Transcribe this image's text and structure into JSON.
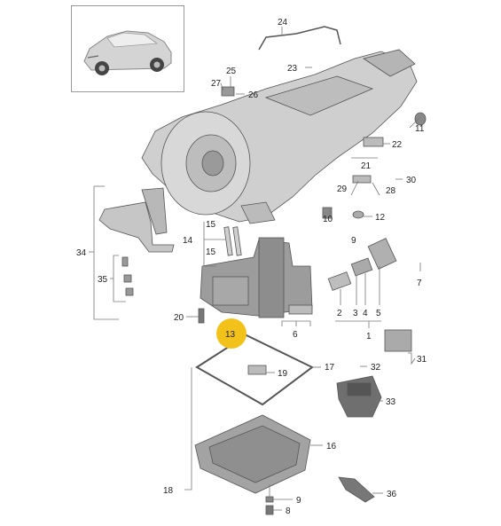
{
  "callouts": [
    {
      "id": "c24",
      "label": "24"
    },
    {
      "id": "c25",
      "label": "25"
    },
    {
      "id": "c23",
      "label": "23"
    },
    {
      "id": "c27",
      "label": "27"
    },
    {
      "id": "c26",
      "label": "26"
    },
    {
      "id": "c11",
      "label": "11"
    },
    {
      "id": "c22",
      "label": "22"
    },
    {
      "id": "c21",
      "label": "21"
    },
    {
      "id": "c30",
      "label": "30"
    },
    {
      "id": "c29",
      "label": "29"
    },
    {
      "id": "c28",
      "label": "28"
    },
    {
      "id": "c10",
      "label": "10"
    },
    {
      "id": "c12",
      "label": "12"
    },
    {
      "id": "c15a",
      "label": "15"
    },
    {
      "id": "c14",
      "label": "14"
    },
    {
      "id": "c15b",
      "label": "15"
    },
    {
      "id": "c9a",
      "label": "9"
    },
    {
      "id": "c34",
      "label": "34"
    },
    {
      "id": "c35",
      "label": "35"
    },
    {
      "id": "c7",
      "label": "7"
    },
    {
      "id": "c20",
      "label": "20"
    },
    {
      "id": "c6",
      "label": "6"
    },
    {
      "id": "c2",
      "label": "2"
    },
    {
      "id": "c3",
      "label": "3"
    },
    {
      "id": "c4",
      "label": "4"
    },
    {
      "id": "c5",
      "label": "5"
    },
    {
      "id": "c1",
      "label": "1"
    },
    {
      "id": "c13",
      "label": "13"
    },
    {
      "id": "c17",
      "label": "17"
    },
    {
      "id": "c19",
      "label": "19"
    },
    {
      "id": "c32",
      "label": "32"
    },
    {
      "id": "c31",
      "label": "31"
    },
    {
      "id": "c33",
      "label": "33"
    },
    {
      "id": "c16",
      "label": "16"
    },
    {
      "id": "c18",
      "label": "18"
    },
    {
      "id": "c9b",
      "label": "9"
    },
    {
      "id": "c8",
      "label": "8"
    },
    {
      "id": "c36",
      "label": "36"
    }
  ],
  "highlight_color": "#f3c21a",
  "line_color": "#777777",
  "thumbnail_icon": "car-icon"
}
